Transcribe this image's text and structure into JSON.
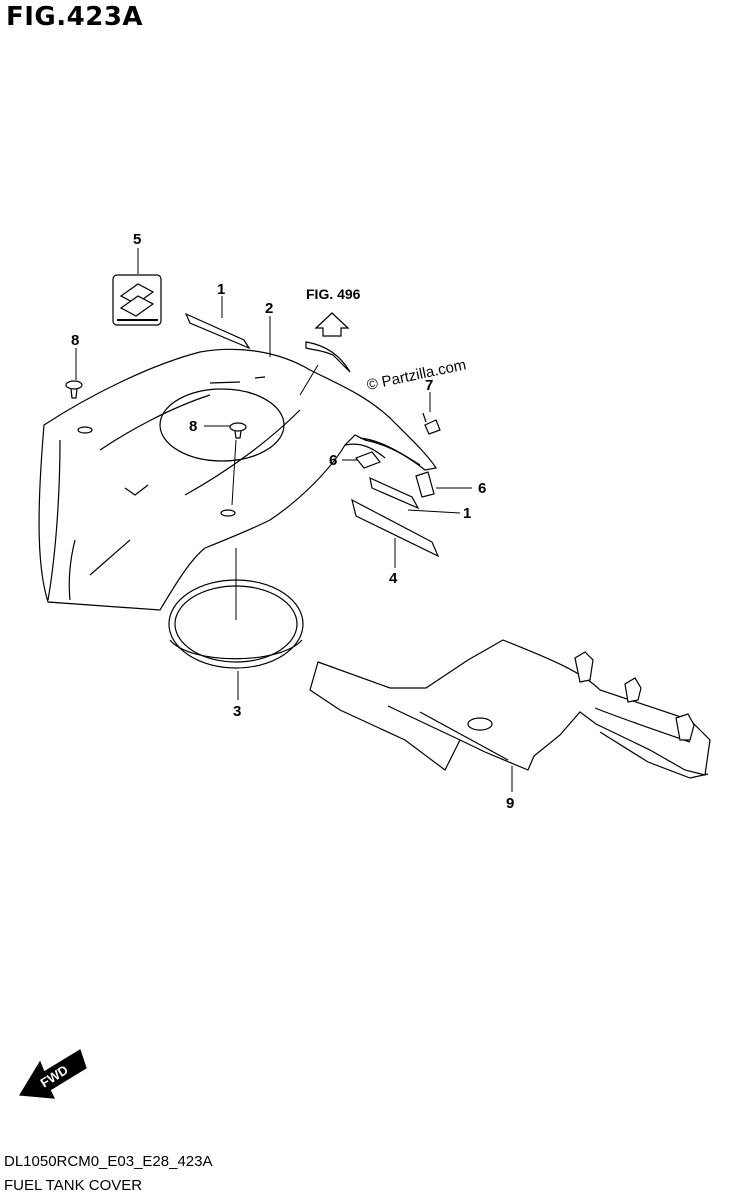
{
  "header": {
    "figure_title": "FIG.423A"
  },
  "diagram": {
    "reference_figure": "FIG. 496",
    "watermark": "© Partzilla.com",
    "fwd_label": "FWD",
    "callouts": [
      "5",
      "1",
      "2",
      "8",
      "8",
      "7",
      "6",
      "6",
      "1",
      "4",
      "3",
      "9"
    ]
  },
  "footer": {
    "model_code": "DL1050RCM0_E03_E28_423A",
    "section_name": "FUEL TANK COVER"
  }
}
